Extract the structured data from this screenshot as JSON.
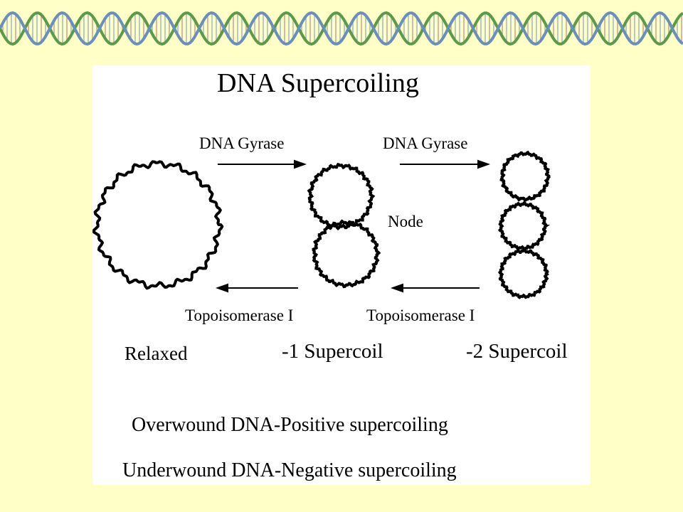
{
  "title": "DNA Supercoiling",
  "enzymes": {
    "forward_left": "DNA Gyrase",
    "forward_right": "DNA Gyrase",
    "reverse_left": "Topoisomerase I",
    "reverse_right": "Topoisomerase I"
  },
  "node_label": "Node",
  "states": {
    "relaxed": "Relaxed",
    "minus_one": "-1 Supercoil",
    "minus_two": "-2 Supercoil"
  },
  "notes": {
    "overwound": "Overwound DNA-Positive supercoiling",
    "underwound": "Underwound DNA-Negative supercoiling"
  },
  "colors": {
    "background": "#ffffc8",
    "panel": "#ffffff",
    "ink": "#000000",
    "helix_strand_a": "#5a9a4a",
    "helix_strand_b": "#6a8fb8"
  }
}
